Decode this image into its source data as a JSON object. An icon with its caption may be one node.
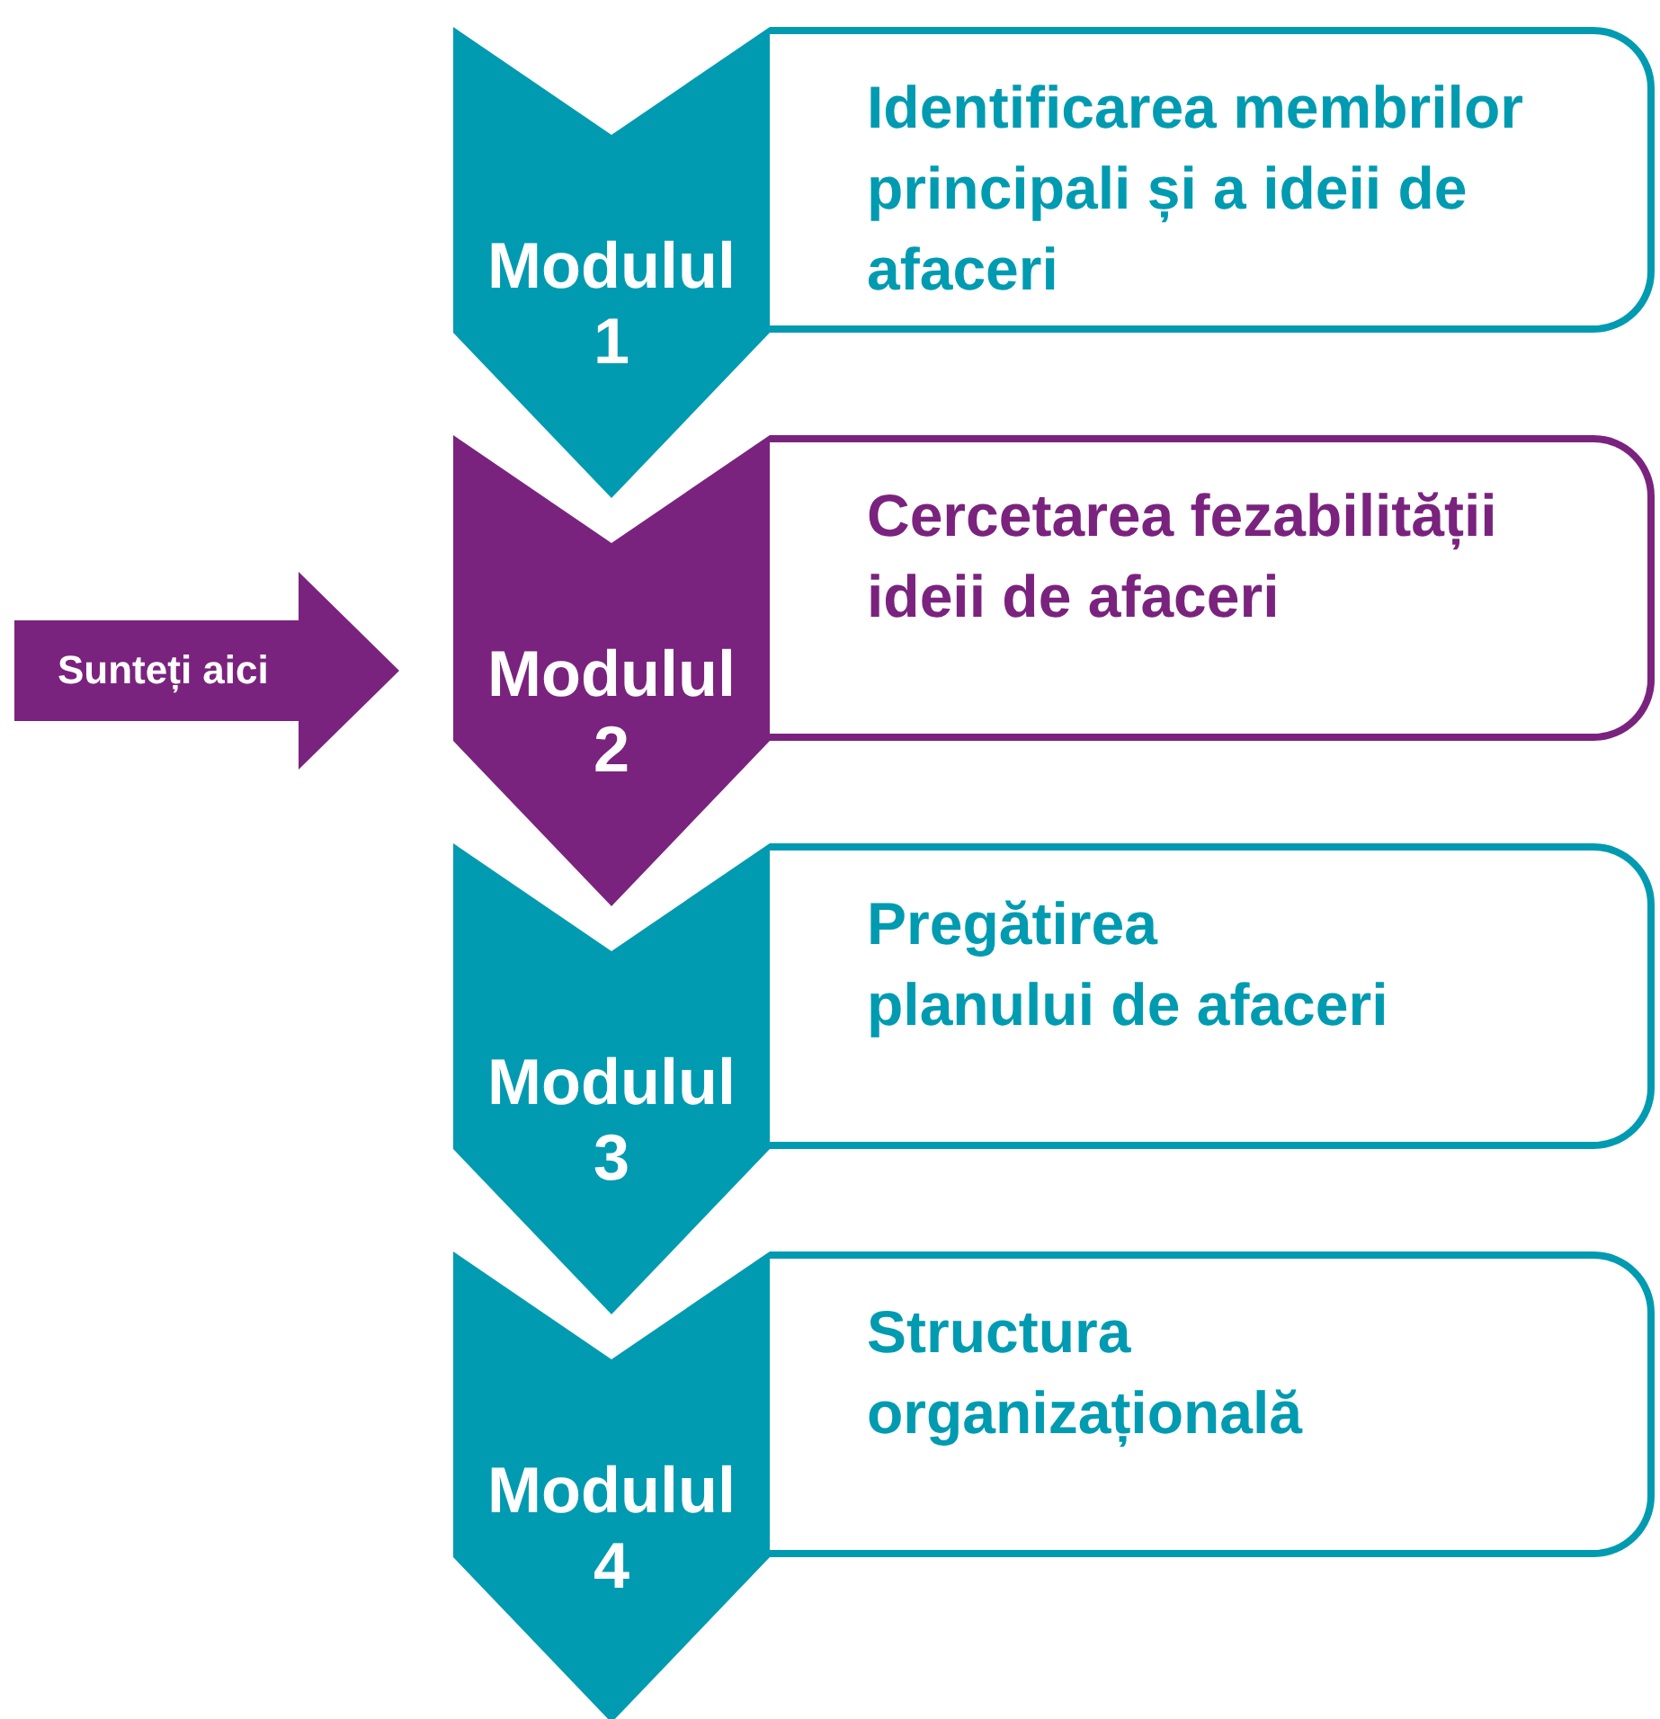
{
  "diagram": {
    "nodes": [
      {
        "text": [
          "Modulul 1"
        ]
      },
      {
        "text": [
          "Identificarea membrilor principali și a ideii de afaceri"
        ]
      },
      {
        "text": [
          "Sunteți aici"
        ]
      },
      {
        "text": [
          "Modulul 2"
        ]
      },
      {
        "text": [
          "Cercetarea fezabilității ideii de afaceri"
        ]
      },
      {
        "text": [
          "Modulul 3"
        ]
      },
      {
        "text": [
          "Pregătirea planului de afaceri"
        ]
      },
      {
        "text": [
          "Modulul 4"
        ]
      },
      {
        "text": [
          "Structura organizațională"
        ]
      }
    ]
  }
}
